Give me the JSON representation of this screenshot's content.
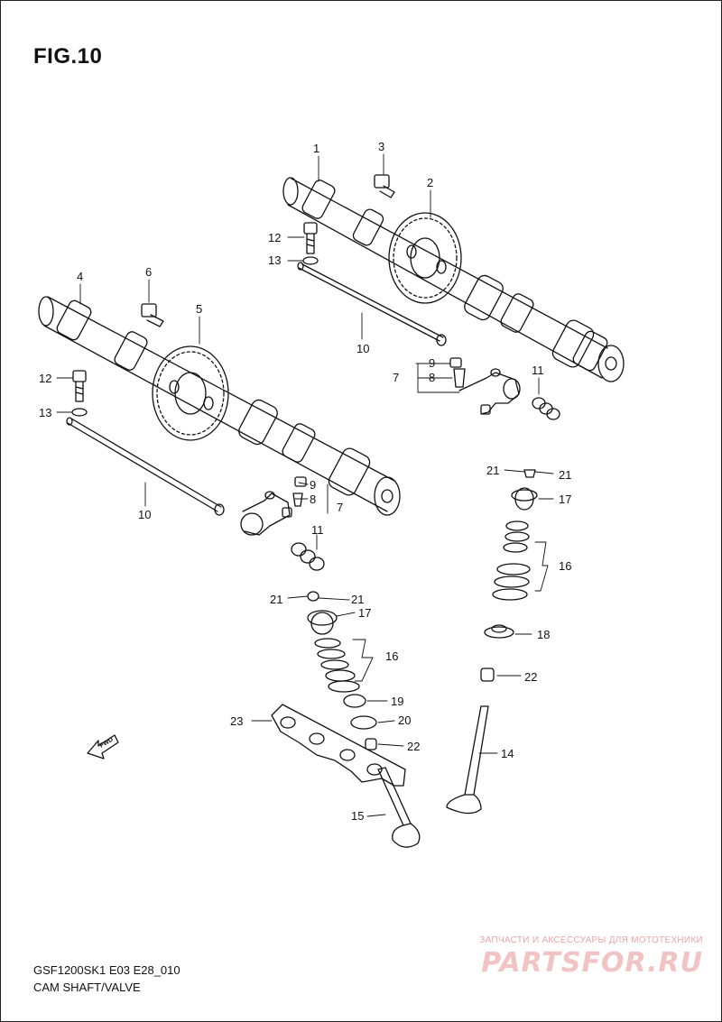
{
  "figure": {
    "title": "FIG.10",
    "model_code": "GSF1200SK1 E03 E28_010",
    "section_name": "CAM SHAFT/VALVE"
  },
  "callouts": {
    "c1": "1",
    "c2": "2",
    "c3": "3",
    "c4": "4",
    "c5": "5",
    "c6": "6",
    "c12a": "12",
    "c13a": "13",
    "c10a": "10",
    "c9a": "9",
    "c7a": "7",
    "c8a": "8",
    "c11a": "11",
    "c12b": "12",
    "c13b": "13",
    "c10b": "10",
    "c9b": "9",
    "c8b": "8",
    "c7b": "7",
    "c11b": "11",
    "c21a": "21",
    "c21b": "21",
    "c17a": "17",
    "c16a": "16",
    "c18": "18",
    "c22a": "22",
    "c14": "14",
    "c21c": "21",
    "c21d": "21",
    "c17b": "17",
    "c16b": "16",
    "c19": "19",
    "c20": "20",
    "c23": "23",
    "c22b": "22",
    "c15": "15"
  },
  "fwd_label": "FWD",
  "watermark": {
    "tagline": "ЗАПЧАСТИ И АКСЕССУАРЫ ДЛЯ МОТОТЕХНИКИ",
    "logo": "PARTSFOR.RU"
  }
}
